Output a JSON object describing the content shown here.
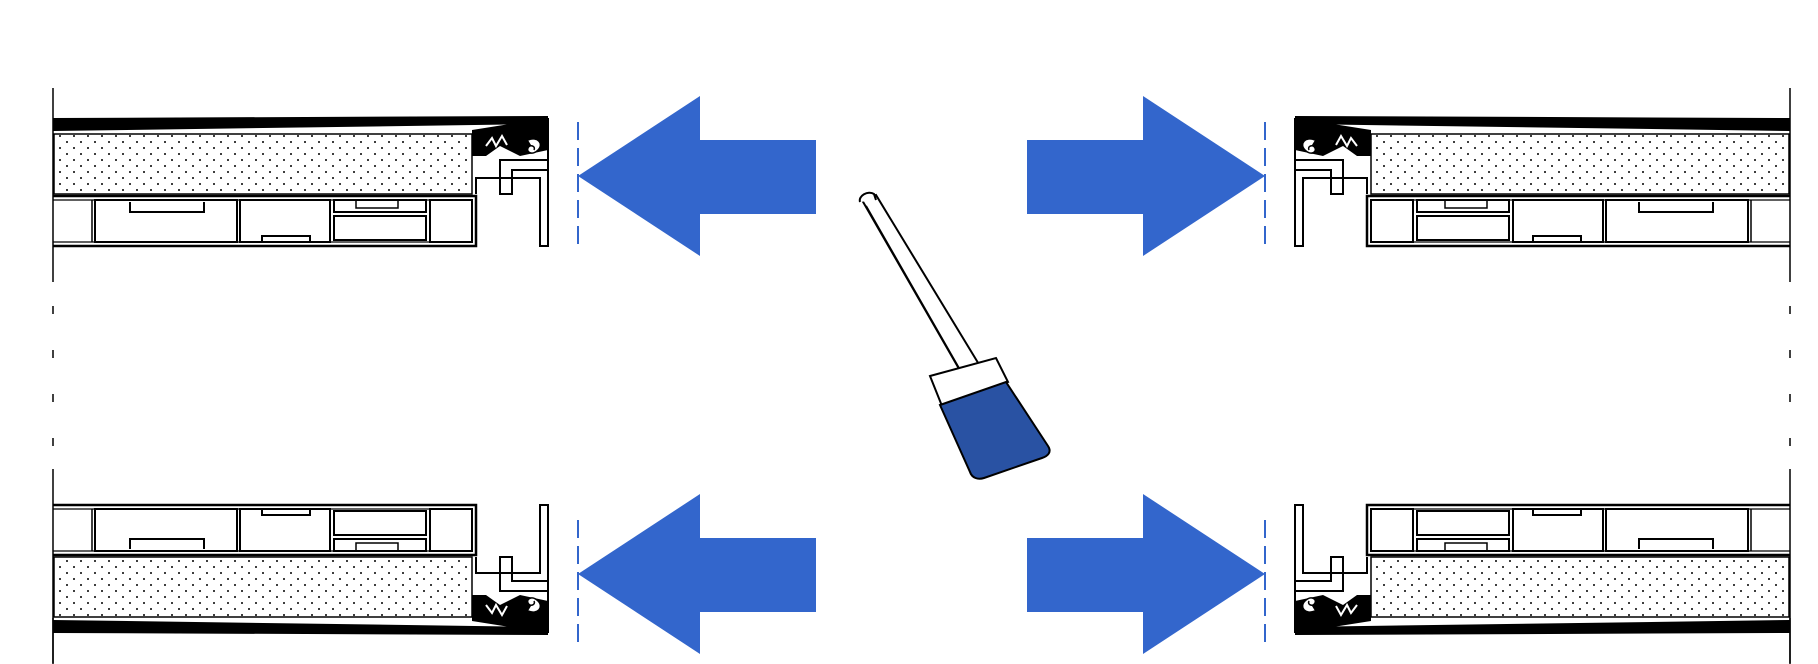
{
  "diagram": {
    "subject": "profile-edge-painting-illustration",
    "colors": {
      "arrow": "#3366cc",
      "brush_paint": "#2952a3",
      "outline": "#000000",
      "insulation_dots": "#000000",
      "centerline": "#3366cc",
      "background": "#ffffff"
    },
    "arrows": [
      {
        "id": "top-left",
        "direction": "left"
      },
      {
        "id": "top-right",
        "direction": "right"
      },
      {
        "id": "bottom-left",
        "direction": "left"
      },
      {
        "id": "bottom-right",
        "direction": "right"
      }
    ],
    "profiles": [
      {
        "id": "top-left",
        "orientation": "normal"
      },
      {
        "id": "top-right",
        "orientation": "mirror-x"
      },
      {
        "id": "bottom-left",
        "orientation": "mirror-y"
      },
      {
        "id": "bottom-right",
        "orientation": "mirror-xy"
      }
    ],
    "tool": {
      "icon": "paint-brush-icon"
    }
  }
}
